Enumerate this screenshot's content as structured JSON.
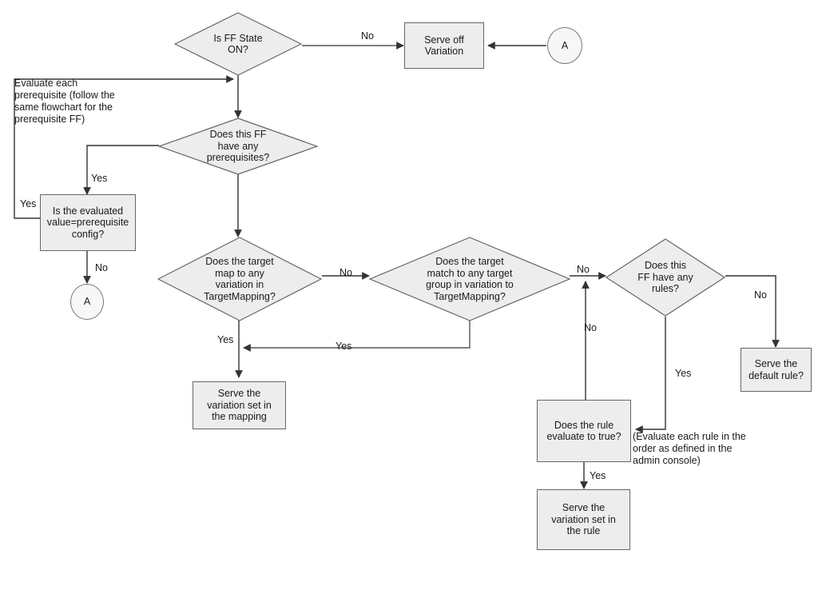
{
  "diagram": {
    "title": "Feature Flag Evaluation Flowchart",
    "type": "flowchart",
    "colors": {
      "node_fill": "#ededed",
      "node_stroke": "#666666",
      "edge_stroke": "#333333",
      "background": "#ffffff",
      "text": "#1a1a1a"
    }
  },
  "nodes": {
    "ff_state_on": "Is FF State\nON?",
    "serve_off_variation": "Serve off\nVariation",
    "connector_a_top": "A",
    "has_prerequisites": "Does this FF\nhave any\nprerequisites?",
    "evaluated_value": "Is the evaluated\nvalue=prerequisite\nconfig?",
    "connector_a_bottom": "A",
    "target_map_variation": "Does the target\nmap to any\nvariation in\nTargetMapping?",
    "target_match_group": "Does the target\nmatch to any target\ngroup in variation to\nTargetMapping?",
    "has_rules": "Does this\nFF have any\nrules?",
    "serve_default_rule": "Serve the\ndefault rule?",
    "serve_variation_mapping": "Serve the\nvariation set in\nthe mapping",
    "rule_evaluate_true": "Does the rule\nevaluate to true?",
    "serve_variation_rule": "Serve the\nvariation set in\nthe rule"
  },
  "edge_labels": {
    "ff_state_no": "No",
    "prereq_yes": "Yes",
    "evaluated_yes": "Yes",
    "evaluated_no": "No",
    "map_no": "No",
    "map_yes": "Yes",
    "match_yes": "Yes",
    "rules_no": "No",
    "rule_eval_no": "No",
    "rules_yes": "Yes",
    "rule_eval_yes": "Yes"
  },
  "annotations": {
    "prerequisite_note": "Evaluate each\nprerequisite (follow the\nsame flowchart for the\nprerequisite FF)",
    "rule_order_note": "(Evaluate each rule in the\norder as defined in the\nadmin console)"
  }
}
